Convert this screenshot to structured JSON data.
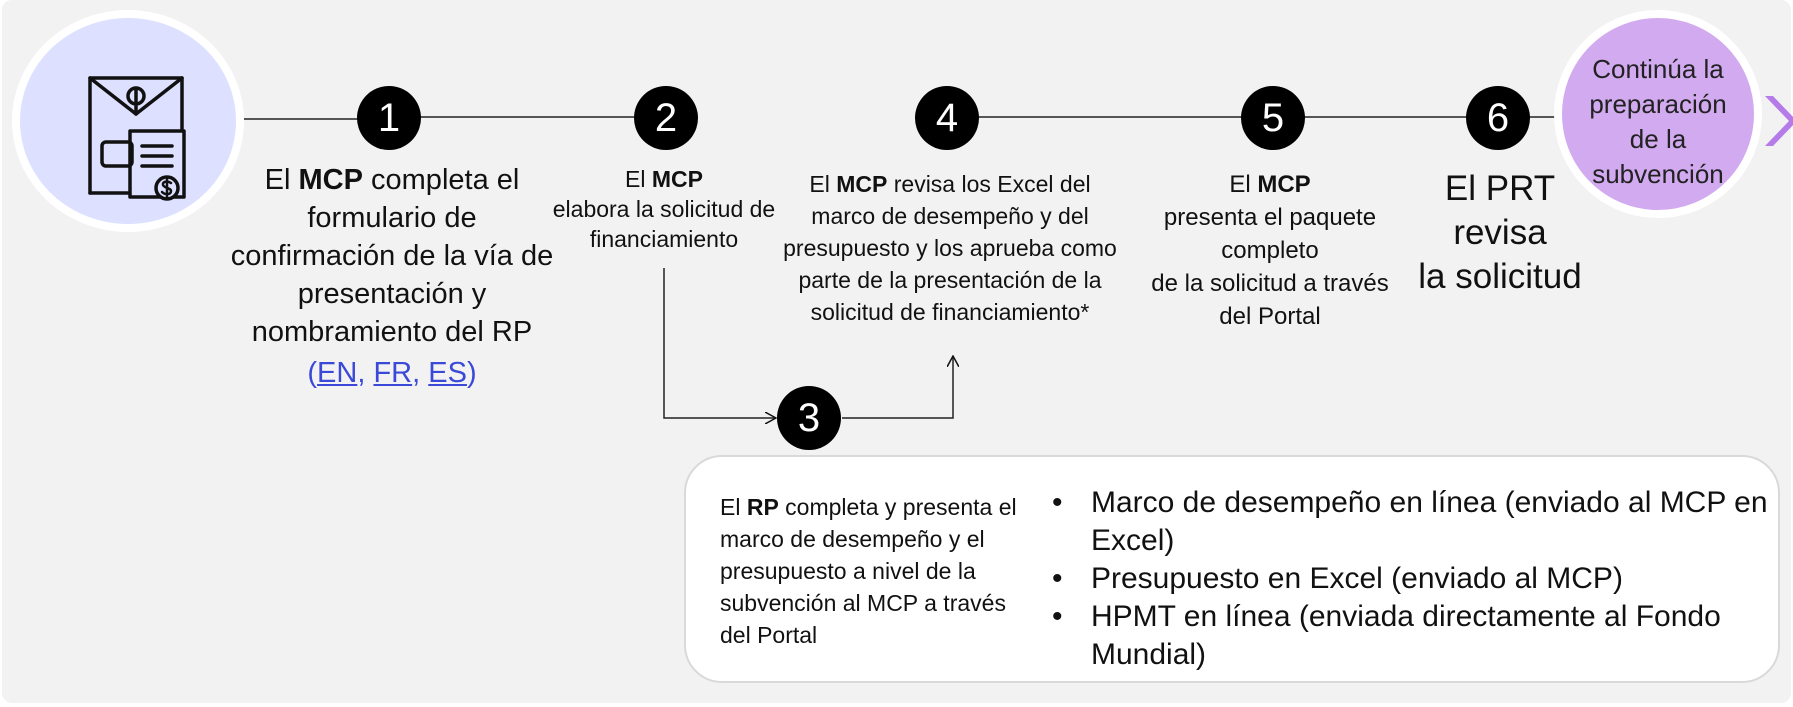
{
  "steps": {
    "s1": {
      "number": "1",
      "pre": "El ",
      "bold": "MCP",
      "post": " completa el formulario de confirmación de la vía de presentación y nombramiento del RP"
    },
    "s2": {
      "number": "2",
      "pre": "El ",
      "bold": "MCP",
      "post": "\nelabora la solicitud de financiamiento"
    },
    "s3": {
      "number": "3"
    },
    "s4": {
      "number": "4",
      "pre": "El ",
      "bold": "MCP",
      "post": " revisa los Excel del marco de desempeño y del presupuesto y los aprueba como parte de la presentación de la solicitud de financiamiento*"
    },
    "s5": {
      "number": "5",
      "pre": "El ",
      "bold": "MCP",
      "post": "\npresenta el paquete completo\nde la solicitud a través del Portal"
    },
    "s6": {
      "number": "6",
      "text": "El PRT\nrevisa\nla solicitud"
    }
  },
  "links": {
    "open": "(",
    "en": "EN",
    "sep1": ", ",
    "fr": "FR",
    "sep2": ", ",
    "es": "ES",
    "close": ")"
  },
  "continue": {
    "text": "Continúa la\npreparación\nde la\nsubvención"
  },
  "rp_box": {
    "pre": "El ",
    "bold": "RP",
    "post": " completa y presenta el marco de desempeño y el presupuesto a nivel de la subvención al MCP a través del Portal",
    "items": [
      "Marco de desempeño en línea (enviado al MCP en Excel)",
      "Presupuesto en Excel (enviado al MCP)",
      "HPMT en línea (enviada directamente al Fondo Mundial)"
    ]
  },
  "icons": {
    "main": "envelope-with-certificate-icon",
    "continue_arrow": "chevron-right-icon"
  },
  "colors": {
    "panel": "#f2f2f2",
    "icon_circle": "#dde0ff",
    "continue_circle": "#d2aaf0",
    "link": "#3b49d9",
    "chevron": "#b57be8"
  }
}
